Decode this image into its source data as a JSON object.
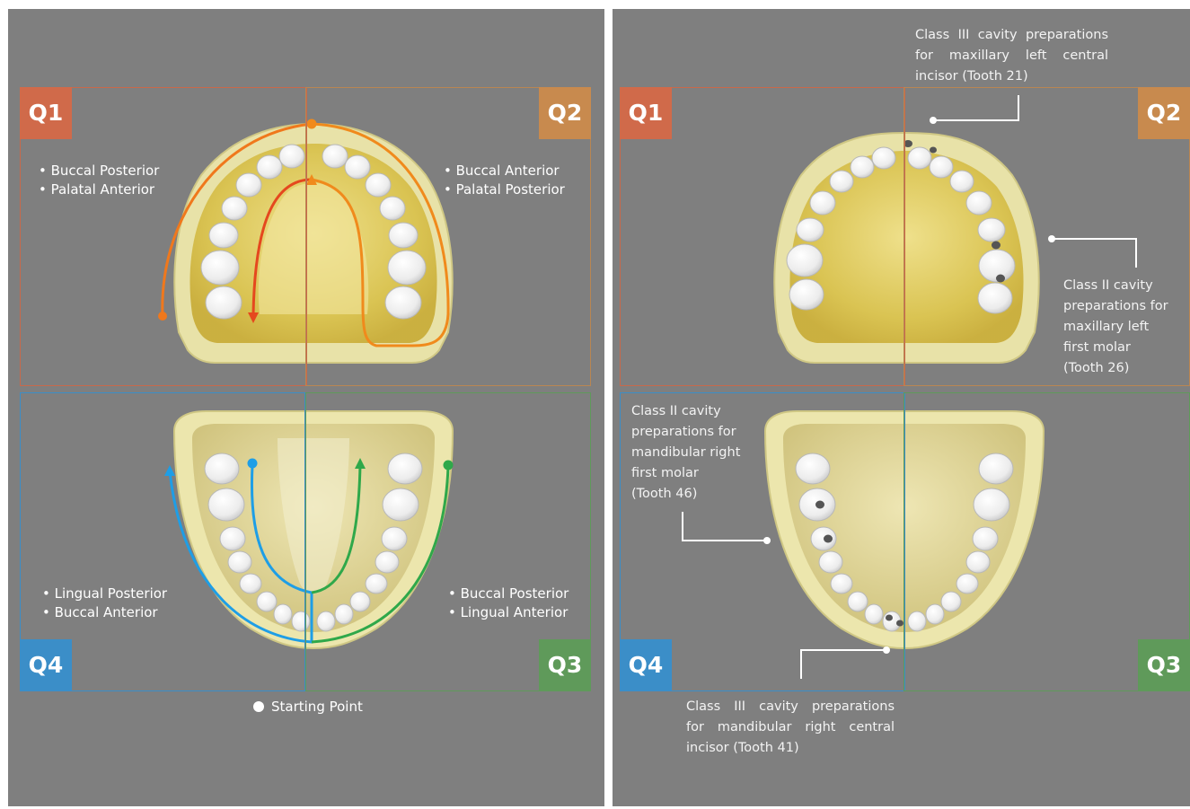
{
  "colors": {
    "background": "#7f7f7f",
    "q1": "#d06a4a",
    "q2": "#c88a4e",
    "q3": "#5f9a5a",
    "q4": "#3b8ec8",
    "path_orange": "#f08a1c",
    "path_red": "#e5481e",
    "path_blue": "#1e9ee6",
    "path_green": "#2fa84a"
  },
  "left_panel": {
    "quadrants": [
      {
        "tag": "Q1",
        "lines": [
          "• Buccal Posterior",
          "• Palatal Anterior"
        ]
      },
      {
        "tag": "Q2",
        "lines": [
          "• Buccal Anterior",
          "• Palatal Posterior"
        ]
      },
      {
        "tag": "Q3",
        "lines": [
          "• Buccal Posterior",
          "• Lingual Anterior"
        ]
      },
      {
        "tag": "Q4",
        "lines": [
          "• Lingual Posterior",
          "• Buccal Anterior"
        ]
      }
    ],
    "legend": "Starting Point"
  },
  "right_panel": {
    "quadrants": [
      "Q1",
      "Q2",
      "Q3",
      "Q4"
    ],
    "annotations": {
      "tooth21": [
        "Class III cavity preparations",
        "for maxillary left central",
        "incisor (Tooth 21)"
      ],
      "tooth26": [
        "Class II cavity",
        "preparations for",
        "maxillary left",
        "first molar",
        "(Tooth 26)"
      ],
      "tooth46": [
        "Class II cavity",
        "preparations for",
        "mandibular right",
        "first molar",
        "(Tooth 46)"
      ],
      "tooth41": [
        "Class III cavity preparations",
        "for mandibular right central",
        "incisor (Tooth 41)"
      ]
    }
  }
}
